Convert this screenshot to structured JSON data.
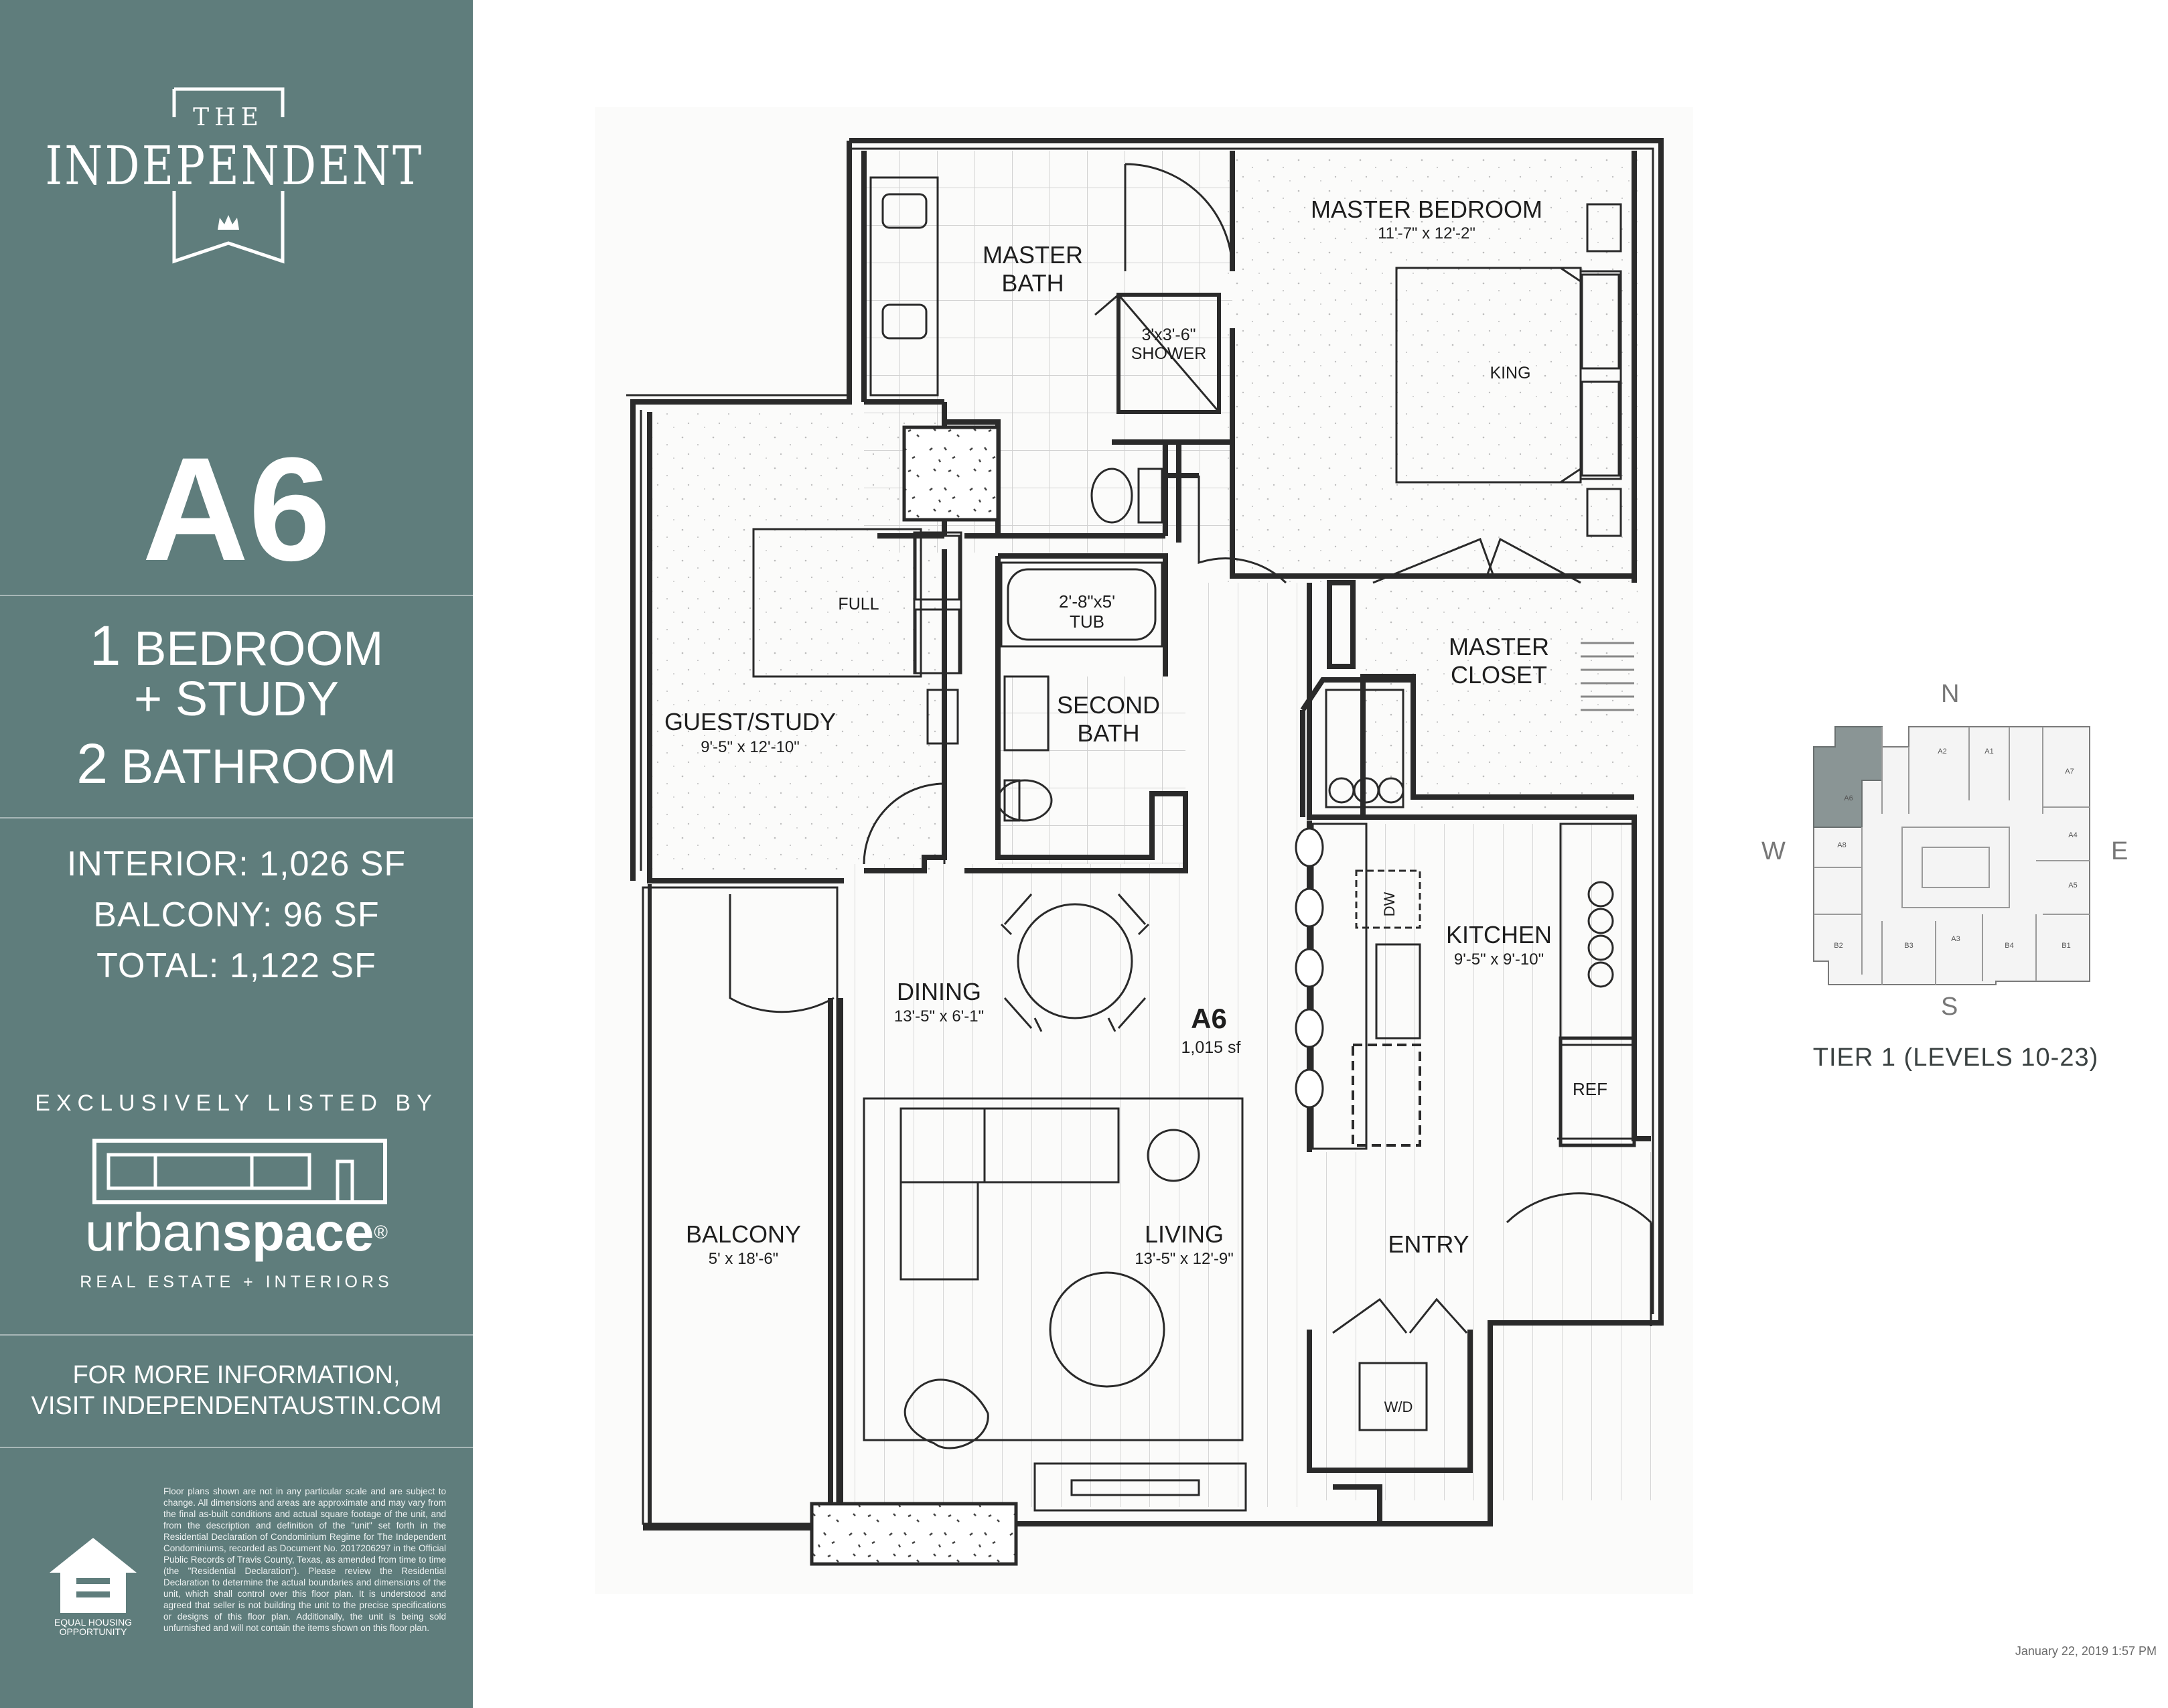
{
  "brand": {
    "logo_top": "THE",
    "logo_main": "INDEPENDENT"
  },
  "unit": {
    "code": "A6",
    "bedroom_count": "1",
    "bedroom_label": "BEDROOM",
    "study_label": "+ STUDY",
    "bath_count": "2",
    "bath_label": "BATHROOM"
  },
  "areas": {
    "interior": "INTERIOR:  1,026 SF",
    "balcony": "BALCONY:  96 SF",
    "total": "TOTAL:  1,122 SF"
  },
  "listing": {
    "listed_by": "EXCLUSIVELY LISTED BY",
    "brand_light": "urban",
    "brand_bold": "space",
    "brand_mark": "®",
    "tagline": "REAL ESTATE + INTERIORS"
  },
  "info": {
    "line1": "FOR MORE INFORMATION,",
    "line2": "VISIT INDEPENDENTAUSTIN.COM"
  },
  "legal": {
    "disclaimer": "Floor plans shown are not in any particular scale and are subject to change. All dimensions and areas are approximate and may vary from the final as-built conditions and actual square footage of the unit, and from the description and definition of the \"unit\" set forth in the Residential Declaration of Condominium Regime for The Independent Condominiums, recorded as Document No. 2017206297 in the Official Public Records of Travis County, Texas, as amended from time to time (the \"Residential Declaration\"). Please review the Residential Declaration to determine the actual boundaries and dimensions of the unit, which shall control over this floor plan. It is understood and agreed that seller is not building the unit to the precise specifications or designs of this floor plan. Additionally, the unit is being sold unfurnished and will not contain the items shown on this floor plan.",
    "eho_line1": "EQUAL HOUSING",
    "eho_line2": "OPPORTUNITY"
  },
  "plan": {
    "master_bath": [
      "MASTER",
      "BATH"
    ],
    "shower": [
      "3'x3'-6\"",
      "SHOWER"
    ],
    "master_bedroom": "MASTER BEDROOM",
    "master_bedroom_dim": "11'-7\" x 12'-2\"",
    "king": "KING",
    "full": "FULL",
    "tub": [
      "2'-8\"x5'",
      "TUB"
    ],
    "guest_study": "GUEST/STUDY",
    "guest_study_dim": "9'-5\" x 12'-10\"",
    "second_bath": [
      "SECOND",
      "BATH"
    ],
    "master_closet": [
      "MASTER",
      "CLOSET"
    ],
    "dw": "DW",
    "kitchen": "KITCHEN",
    "kitchen_dim": "9'-5\" x 9'-10\"",
    "ref": "REF",
    "dining": "DINING",
    "dining_dim": "13'-5\" x 6'-1\"",
    "unit_label": "A6",
    "unit_sf": "1,015 sf",
    "balcony": "BALCONY",
    "balcony_dim": "5' x 18'-6\"",
    "living": "LIVING",
    "living_dim": "13'-5\" x 12'-9\"",
    "entry": "ENTRY",
    "wd": "W/D"
  },
  "keyplan": {
    "north": "N",
    "south": "S",
    "east": "E",
    "west": "W",
    "tier": "TIER 1 (LEVELS 10-23)",
    "units": [
      "A1",
      "A2",
      "A3",
      "A4",
      "A5",
      "A6",
      "A7",
      "A8",
      "B1",
      "B2",
      "B3",
      "B4"
    ]
  },
  "timestamp": "January 22, 2019 1:57 PM",
  "colors": {
    "sidebar": "#5f7d7c",
    "plan_line": "#2a2a2a",
    "highlight_unit": "#8a9595"
  }
}
